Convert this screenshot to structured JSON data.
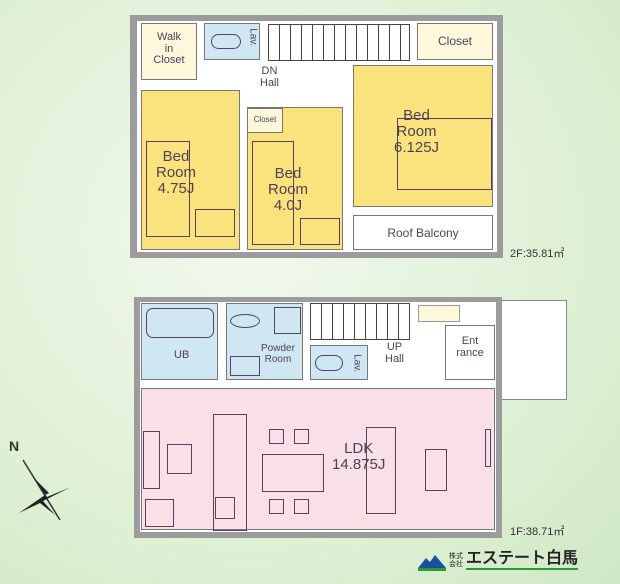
{
  "floor2": {
    "area_label": "2F:35.81㎡",
    "rooms": {
      "walk_in_closet": "Walk\nin\nCloset",
      "lav": "Lav.",
      "dn_hall": "DN\nHall",
      "closet_large": "Closet",
      "closet_small": "Closet",
      "bed_room_a": "Bed\nRoom\n4.75J",
      "bed_room_b": "Bed\nRoom\n4.0J",
      "bed_room_c": "Bed\nRoom\n6.125J",
      "roof_balcony": "Roof Balcony"
    }
  },
  "floor1": {
    "area_label": "1F:38.71㎡",
    "rooms": {
      "ub": "UB",
      "powder_room": "Powder\nRoom",
      "lav": "Lav.",
      "up_hall": "UP\nHall",
      "entrance": "Ent\nrance",
      "ldk": "LDK\n14.875J"
    }
  },
  "compass": {
    "north": "N"
  },
  "logo": {
    "prefix": "株式会社",
    "name": "エステート白馬"
  },
  "colors": {
    "bedroom": "#fae27c",
    "wet_area": "#cfe7f3",
    "ldk": "#f9dfe6",
    "closet": "#fdf8dc",
    "wall": "#9c9c9c"
  }
}
